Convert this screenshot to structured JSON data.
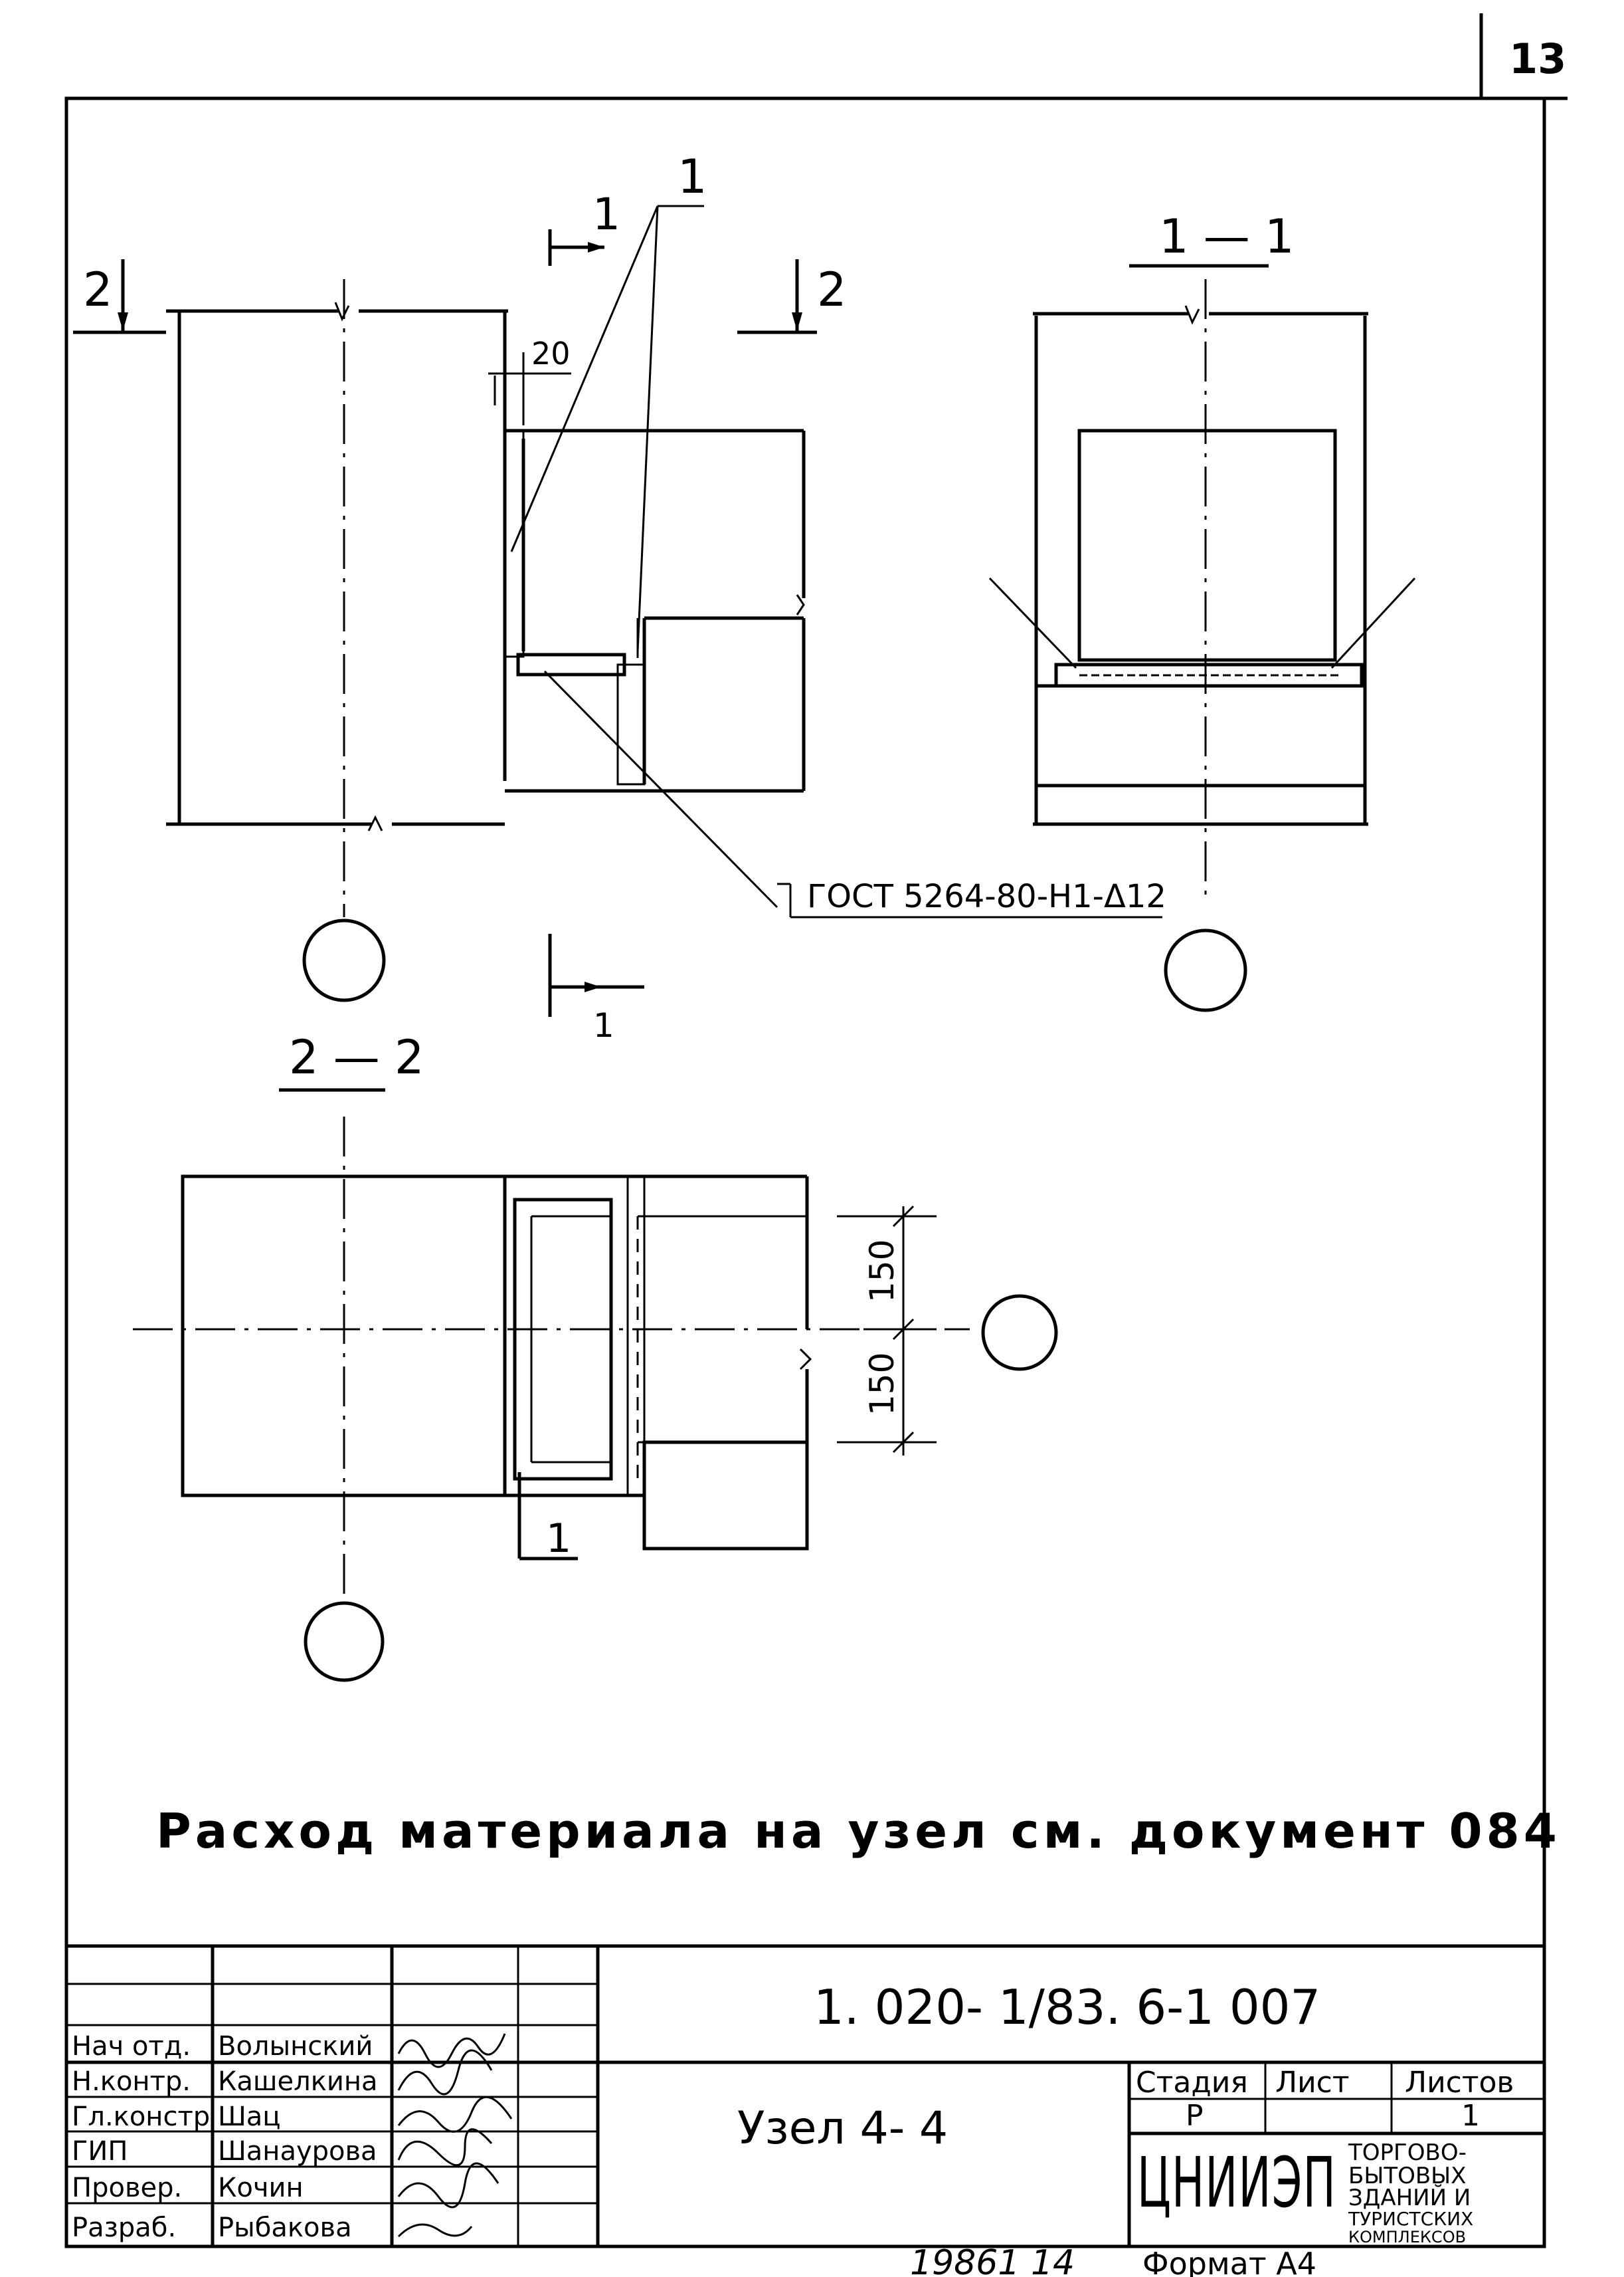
{
  "sheet_number": "13",
  "views": {
    "main_label_1_top": "1",
    "main_label_1_bottom": "1",
    "main_label_2_left": "2",
    "main_label_2_right": "2",
    "leader_label": "1",
    "dim_20": "20",
    "gost_label": "ГОСТ 5264-80-Н1-Δ12",
    "section_1_1_title": "1 — 1",
    "section_2_2_title": "2 — 2",
    "dim_150_top": "150",
    "dim_150_bottom": "150",
    "section_2_2_cut_label": "1"
  },
  "note": "Расход материала на узел см. документ 084",
  "title_block": {
    "document_code": "1. 020- 1/83. 6-1  007",
    "node_title": "Узел 4- 4",
    "stage_header": "Стадия",
    "sheet_header": "Лист",
    "sheets_header": "Листов",
    "stage_value": "Р",
    "sheet_value": "",
    "sheets_value": "1",
    "org_logo": "ЦНИИЭП",
    "org_text_1": "ТОРГОВО-",
    "org_text_2": "БЫТОВЫХ",
    "org_text_3": "ЗДАНИЙ И",
    "org_text_4": "ТУРИСТСКИХ",
    "org_text_5": "КОМПЛЕКСОВ",
    "staff": [
      {
        "role": "Нач отд.",
        "name": "Волынский"
      },
      {
        "role": "Н.контр.",
        "name": "Кашелкина"
      },
      {
        "role": "Гл.констр",
        "name": "Шац"
      },
      {
        "role": "ГИП",
        "name": "Шанаурова"
      },
      {
        "role": "Провер.",
        "name": "Кочин"
      },
      {
        "role": "Разраб.",
        "name": "Рыбакова"
      }
    ]
  },
  "footer": {
    "inventory": "19861  14",
    "format": "Формат А4"
  }
}
